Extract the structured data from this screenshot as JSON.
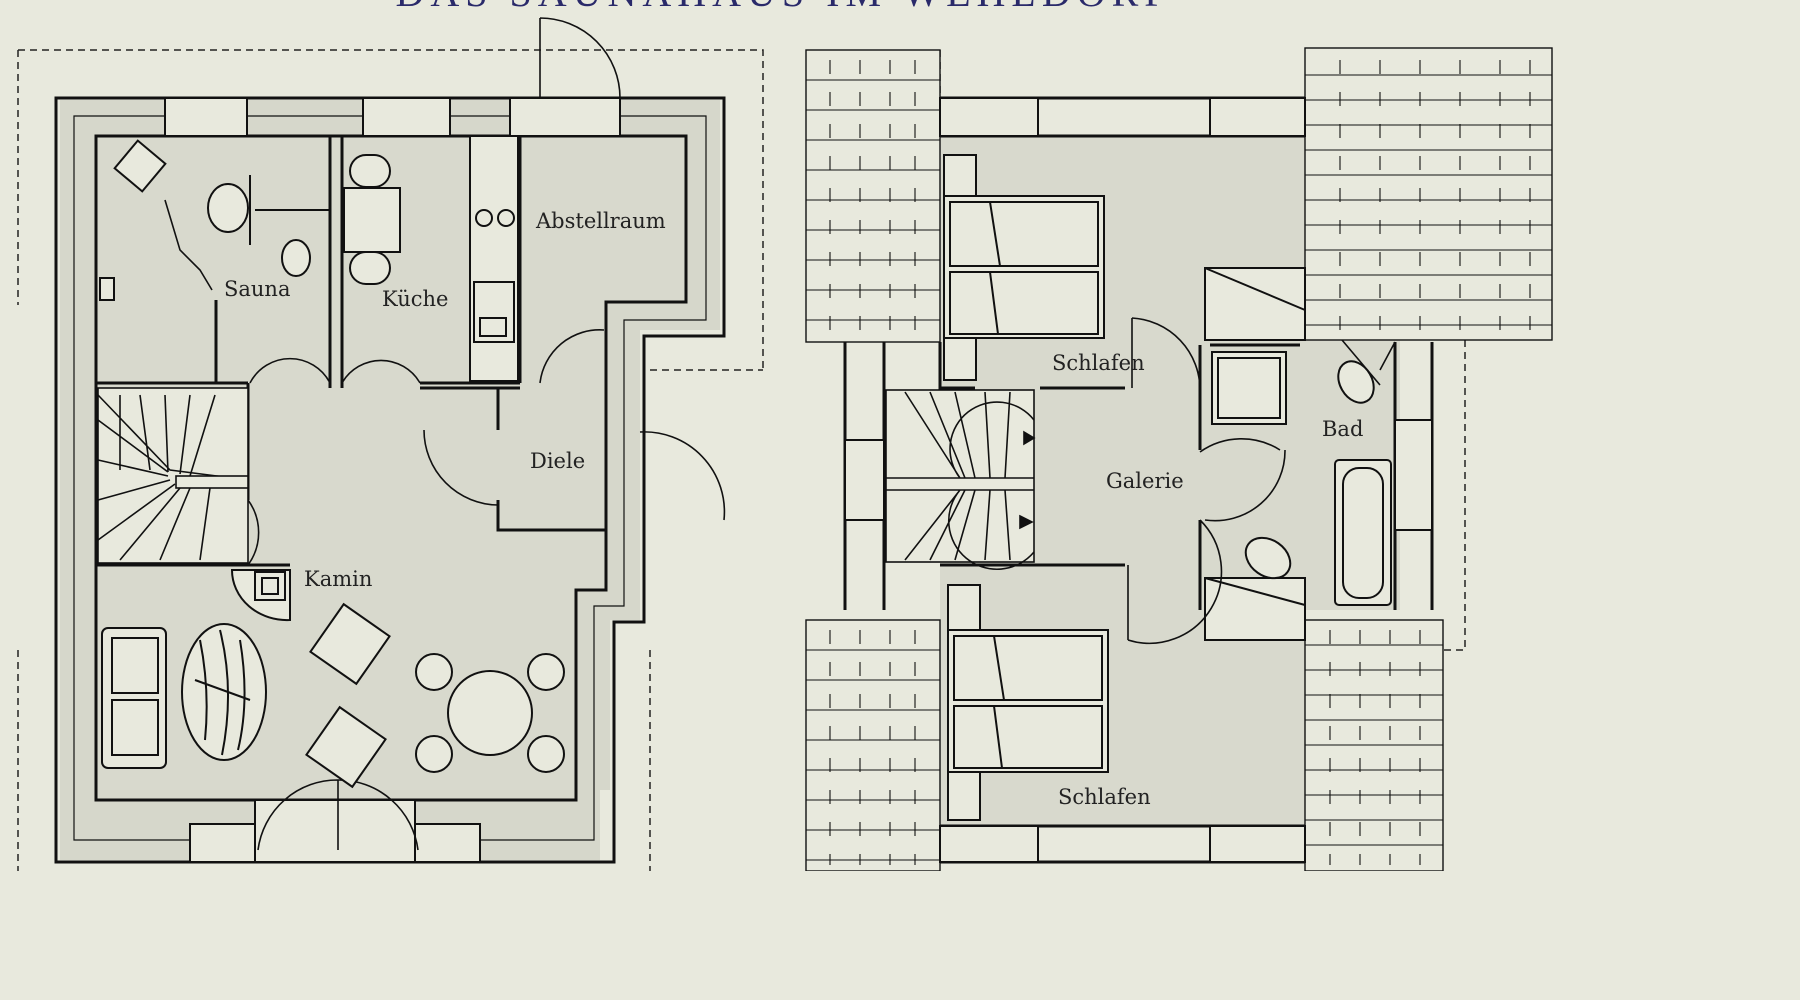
{
  "title": "DAS SAUNAHAUS IM WEHLDORF",
  "colors": {
    "background": "#e8e9dd",
    "floor": "#d8d9cd",
    "wall": "#111111",
    "title": "#2a2a6a"
  },
  "ground_floor": {
    "rooms": {
      "sauna": "Sauna",
      "kueche": "Küche",
      "abstellraum": "Abstellraum",
      "diele": "Diele",
      "kamin": "Kamin"
    }
  },
  "upper_floor": {
    "rooms": {
      "schlafen_top": "Schlafen",
      "bad": "Bad",
      "galerie": "Galerie",
      "schlafen_bottom": "Schlafen"
    }
  }
}
